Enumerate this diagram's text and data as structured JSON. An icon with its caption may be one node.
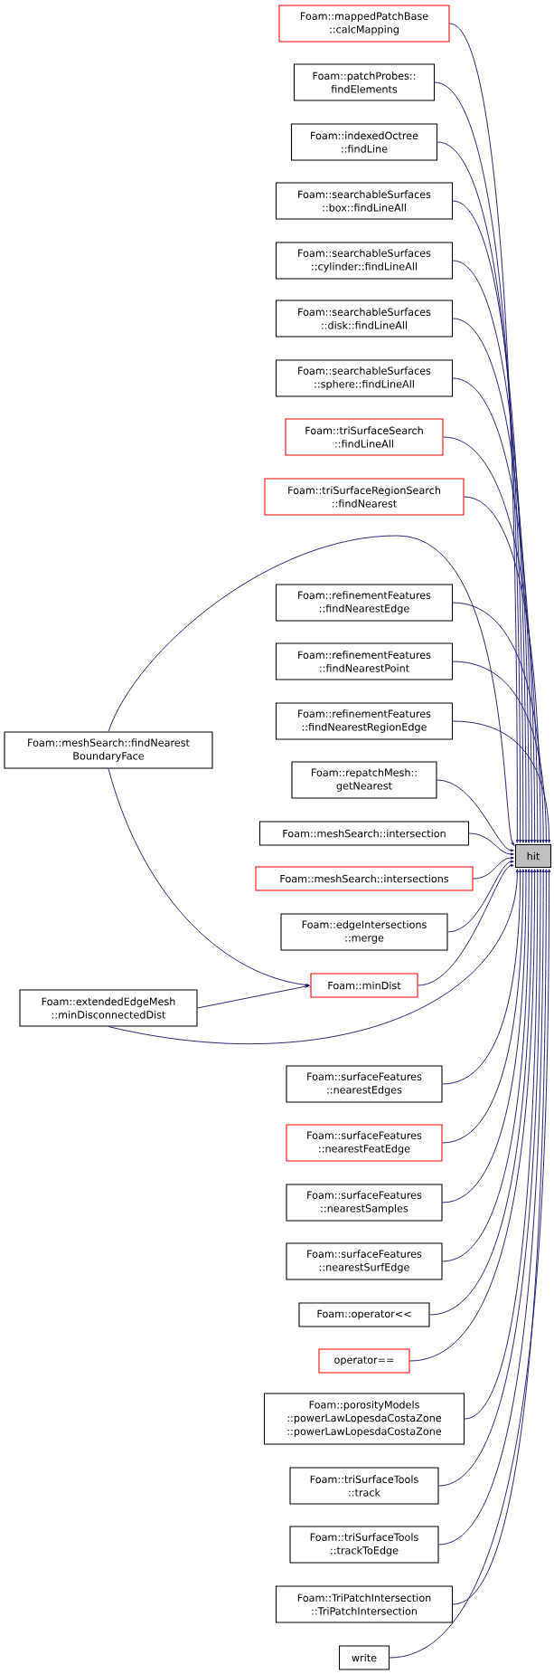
{
  "diagram": {
    "nodes": [
      {
        "text": [
          "Foam::mappedPatchBase ::calcMapping"
        ]
      },
      {
        "text": [
          "Foam::patchProbes:: findElements"
        ]
      },
      {
        "text": [
          "Foam::indexedOctree ::findLine"
        ]
      },
      {
        "text": [
          "Foam::searchableSurfaces ::box::findLineAll"
        ]
      },
      {
        "text": [
          "Foam::searchableSurfaces ::cylinder::findLineAll"
        ]
      },
      {
        "text": [
          "Foam::searchableSurfaces ::disk::findLineAll"
        ]
      },
      {
        "text": [
          "Foam::searchableSurfaces ::sphere::findLineAll"
        ]
      },
      {
        "text": [
          "Foam::triSurfaceSearch ::findLineAll"
        ]
      },
      {
        "text": [
          "Foam::triSurfaceRegionSearch ::findNearest"
        ]
      },
      {
        "text": [
          "Foam::refinementFeatures ::findNearestEdge"
        ]
      },
      {
        "text": [
          "Foam::refinementFeatures ::findNearestPoint"
        ]
      },
      {
        "text": [
          "Foam::refinementFeatures ::findNearestRegionEdge"
        ]
      },
      {
        "text": [
          "Foam::meshSearch::findNearest BoundaryFace"
        ]
      },
      {
        "text": [
          "Foam::repatchMesh:: getNearest"
        ]
      },
      {
        "text": [
          "Foam::meshSearch::intersection"
        ]
      },
      {
        "text": [
          "hit"
        ]
      },
      {
        "text": [
          "Foam::meshSearch::intersections"
        ]
      },
      {
        "text": [
          "Foam::edgeIntersections ::merge"
        ]
      },
      {
        "text": [
          "Foam::minDist"
        ]
      },
      {
        "text": [
          "Foam::extendedEdgeMesh ::minDisconnectedDist"
        ]
      },
      {
        "text": [
          "Foam::surfaceFeatures ::nearestEdges"
        ]
      },
      {
        "text": [
          "Foam::surfaceFeatures ::nearestFeatEdge"
        ]
      },
      {
        "text": [
          "Foam::surfaceFeatures ::nearestSamples"
        ]
      },
      {
        "text": [
          "Foam::surfaceFeatures ::nearestSurfEdge"
        ]
      },
      {
        "text": [
          "Foam::operator<<"
        ]
      },
      {
        "text": [
          "operator=="
        ]
      },
      {
        "text": [
          "Foam::porosityModels ::powerLawLopesdaCostaZone ::powerLawLopesdaCostaZone"
        ]
      },
      {
        "text": [
          "Foam::triSurfaceTools ::track"
        ]
      },
      {
        "text": [
          "Foam::triSurfaceTools ::trackToEdge"
        ]
      },
      {
        "text": [
          "Foam::TriPatchIntersection ::TriPatchIntersection"
        ]
      },
      {
        "text": [
          "write"
        ]
      }
    ],
    "edges": [
      {
        "from": 0,
        "to": 15,
        "arrow": "to"
      },
      {
        "from": 1,
        "to": 15,
        "arrow": "to"
      },
      {
        "from": 2,
        "to": 15,
        "arrow": "to"
      },
      {
        "from": 3,
        "to": 15,
        "arrow": "to"
      },
      {
        "from": 4,
        "to": 15,
        "arrow": "to"
      },
      {
        "from": 5,
        "to": 15,
        "arrow": "to"
      },
      {
        "from": 6,
        "to": 15,
        "arrow": "to"
      },
      {
        "from": 7,
        "to": 15,
        "arrow": "to"
      },
      {
        "from": 8,
        "to": 15,
        "arrow": "to"
      },
      {
        "from": 12,
        "to": 15,
        "arrow": "to"
      },
      {
        "from": 9,
        "to": 15,
        "arrow": "to"
      },
      {
        "from": 10,
        "to": 15,
        "arrow": "to"
      },
      {
        "from": 11,
        "to": 15,
        "arrow": "to"
      },
      {
        "from": 13,
        "to": 15,
        "arrow": "to"
      },
      {
        "from": 14,
        "to": 15,
        "arrow": "to"
      },
      {
        "from": 16,
        "to": 15,
        "arrow": "to"
      },
      {
        "from": 17,
        "to": 15,
        "arrow": "to"
      },
      {
        "from": 12,
        "to": 18,
        "arrow": "to"
      },
      {
        "from": 18,
        "to": 15,
        "arrow": "to"
      },
      {
        "from": 19,
        "to": 18,
        "arrow": "to"
      },
      {
        "from": 19,
        "to": 15,
        "arrow": "to"
      },
      {
        "from": 20,
        "to": 15,
        "arrow": "to"
      },
      {
        "from": 21,
        "to": 15,
        "arrow": "to"
      },
      {
        "from": 22,
        "to": 15,
        "arrow": "to"
      },
      {
        "from": 23,
        "to": 15,
        "arrow": "to"
      },
      {
        "from": 24,
        "to": 15,
        "arrow": "to"
      },
      {
        "from": 25,
        "to": 15,
        "arrow": "to"
      },
      {
        "from": 26,
        "to": 15,
        "arrow": "to"
      },
      {
        "from": 27,
        "to": 15,
        "arrow": "to"
      },
      {
        "from": 28,
        "to": 15,
        "arrow": "to"
      },
      {
        "from": 29,
        "to": 15,
        "arrow": "to"
      },
      {
        "from": 30,
        "to": 15,
        "arrow": "to"
      }
    ]
  }
}
